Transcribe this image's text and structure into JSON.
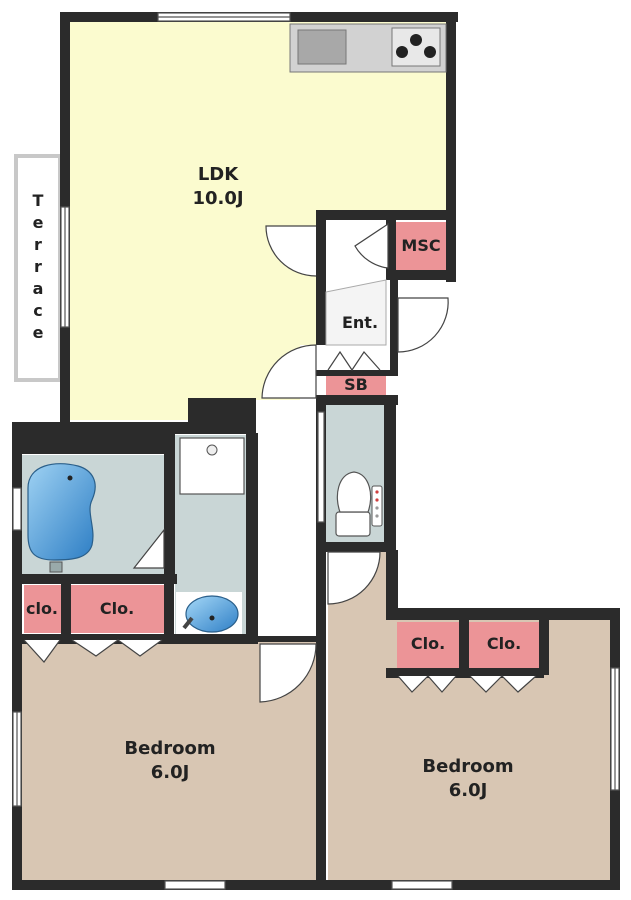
{
  "rooms": {
    "ldk": {
      "name": "LDK",
      "size": "10.0J"
    },
    "msc": {
      "name": "MSC"
    },
    "entrance": {
      "name": "Ent."
    },
    "shoe_box": {
      "name": "SB"
    },
    "closet_small": {
      "name": "clo."
    },
    "closet_left": {
      "name": "Clo."
    },
    "closet_right_1": {
      "name": "Clo."
    },
    "closet_right_2": {
      "name": "Clo."
    },
    "bedroom_left": {
      "name": "Bedroom",
      "size": "6.0J"
    },
    "bedroom_right": {
      "name": "Bedroom",
      "size": "6.0J"
    }
  },
  "terrace": {
    "letters": [
      "T",
      "e",
      "r",
      "r",
      "a",
      "c",
      "e"
    ]
  },
  "colors": {
    "ldk_floor": "#fbfbcf",
    "bedroom_floor": "#d8c6b3",
    "wet_area_floor": "#c9d6d6",
    "storage": "#ec9497",
    "wall": "#2b2b2b"
  }
}
